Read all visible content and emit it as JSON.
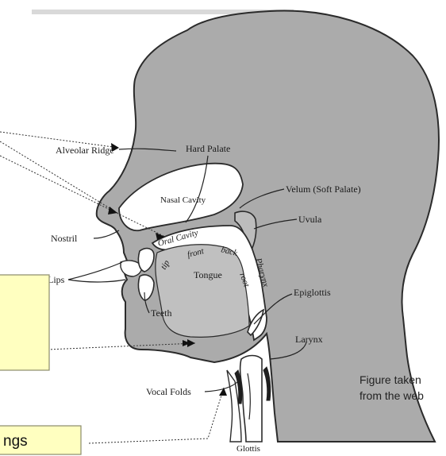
{
  "labels": {
    "alveolar_ridge": "Alveolar Ridge",
    "hard_palate": "Hard Palate",
    "nasal_cavity": "Nasal Cavity",
    "velum": "Velum (Soft Palate)",
    "uvula": "Uvula",
    "nostril": "Nostril",
    "oral_cavity": "Oral Cavity",
    "tongue": "Tongue",
    "tip": "tip",
    "front": "front",
    "back": "back",
    "root": "root",
    "pharynx": "Pharynx",
    "lips": "Lips",
    "teeth": "Teeth",
    "epiglottis": "Epiglottis",
    "larynx": "Larynx",
    "vocal_folds": "Vocal Folds",
    "glottis": "Glottis"
  },
  "callout_box": {
    "text": "ngs"
  },
  "credit": {
    "line1": "Figure taken",
    "line2": "from the web"
  },
  "colors": {
    "head_fill": "#ababab",
    "outline": "#2b2b2b",
    "callout_fill": "#ffffc0",
    "callout_border": "#8a8a6a"
  }
}
